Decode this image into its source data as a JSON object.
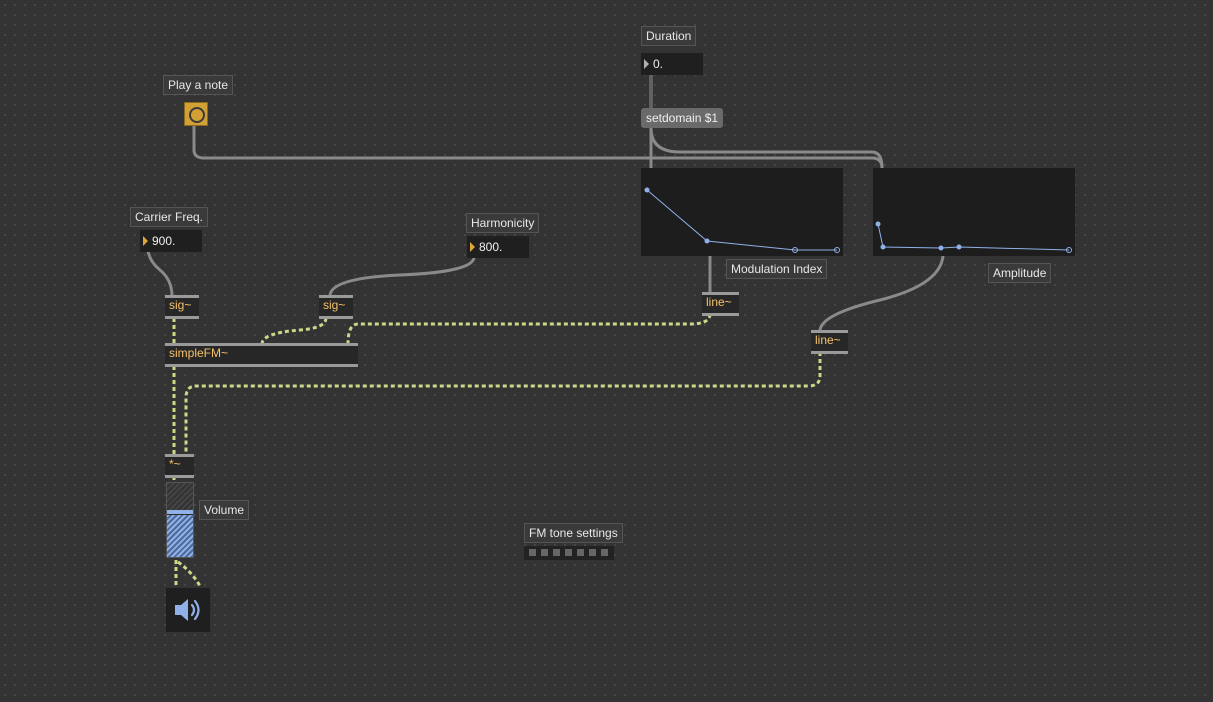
{
  "patch": {
    "comments": {
      "duration": "Duration",
      "play_note": "Play a note",
      "carrier_freq": "Carrier Freq.",
      "harmonicity": "Harmonicity",
      "modulation_index": "Modulation Index",
      "amplitude": "Amplitude",
      "volume": "Volume",
      "fm_tone_settings": "FM tone settings"
    },
    "numbers": {
      "duration": "0.",
      "carrier_freq": "900.",
      "harmonicity": "800."
    },
    "messages": {
      "setdomain": "setdomain $1"
    },
    "objects": {
      "sig_carrier": "sig~",
      "sig_harmonicity": "sig~",
      "simplefm": "simpleFM~",
      "line_mod": "line~",
      "line_amp": "line~",
      "times": "*~"
    },
    "volume": {
      "level": 0.62
    }
  },
  "colors": {
    "background": "#333333",
    "signal_cord": "#c9d98a",
    "control_cord": "#9a9a9a",
    "bang": "#d2a035",
    "function_line": "#8fb1e8",
    "object_text": "#f5c26b"
  },
  "icons": {
    "bang": "circle-icon",
    "dac": "speaker-icon",
    "number_arrow": "triangle-right-icon"
  }
}
